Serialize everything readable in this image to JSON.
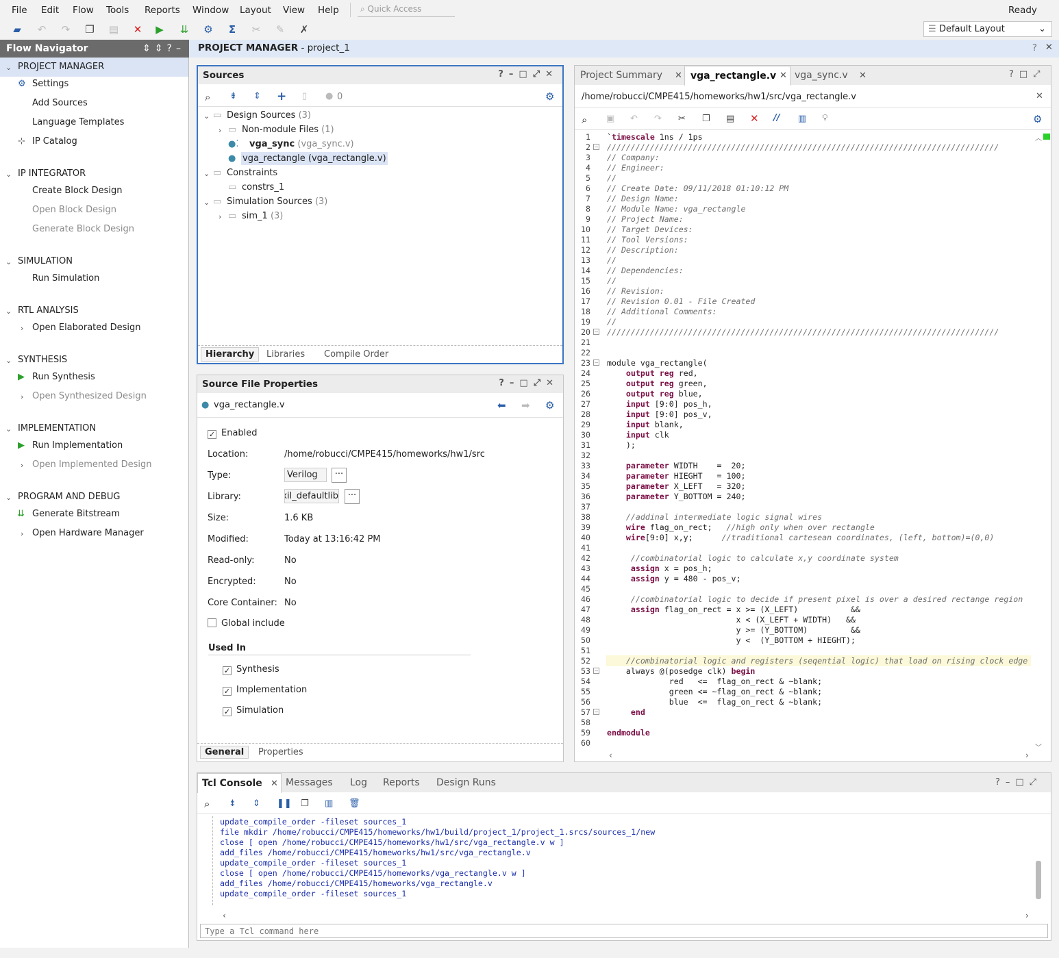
{
  "menu": [
    "File",
    "Edit",
    "Flow",
    "Tools",
    "Reports",
    "Window",
    "Layout",
    "View",
    "Help"
  ],
  "quick_access": "Quick Access",
  "status": "Ready",
  "layout_select": "Default Layout",
  "flow_nav": {
    "title": "Flow Navigator",
    "pm": "PROJECT MANAGER",
    "settings": "Settings",
    "add_sources": "Add Sources",
    "lang": "Language Templates",
    "ip_catalog": "IP Catalog",
    "ipi": "IP INTEGRATOR",
    "create_bd": "Create Block Design",
    "open_bd": "Open Block Design",
    "gen_bd": "Generate Block Design",
    "sim": "SIMULATION",
    "run_sim": "Run Simulation",
    "rtl": "RTL ANALYSIS",
    "open_elab": "Open Elaborated Design",
    "synth": "SYNTHESIS",
    "run_synth": "Run Synthesis",
    "open_synth": "Open Synthesized Design",
    "impl": "IMPLEMENTATION",
    "run_impl": "Run Implementation",
    "open_impl": "Open Implemented Design",
    "pd": "PROGRAM AND DEBUG",
    "gen_bit": "Generate Bitstream",
    "open_hw": "Open Hardware Manager"
  },
  "pm_header": {
    "title": "PROJECT MANAGER",
    "project": " - project_1"
  },
  "sources": {
    "title": "Sources",
    "count": "0",
    "design_sources": "Design Sources",
    "design_count": "(3)",
    "nonmodule": "Non-module Files",
    "nonmodule_count": "(1)",
    "vga_sync": "vga_sync",
    "vga_sync_file": "(vga_sync.v)",
    "vga_rect": "vga_rectangle (vga_rectangle.v)",
    "constraints": "Constraints",
    "constrs": "constrs_1",
    "sim_sources": "Simulation Sources",
    "sim_count": "(3)",
    "sim1": "sim_1",
    "sim1_count": "(3)",
    "tabs": [
      "Hierarchy",
      "Libraries",
      "Compile Order"
    ]
  },
  "sfp": {
    "title": "Source File Properties",
    "file": "vga_rectangle.v",
    "enabled": "Enabled",
    "location_l": "Location:",
    "location": "/home/robucci/CMPE415/homeworks/hw1/src",
    "type_l": "Type:",
    "type": "Verilog",
    "library_l": "Library:",
    "library": "xil_defaultlib",
    "size_l": "Size:",
    "size": "1.6 KB",
    "modified_l": "Modified:",
    "modified": "Today at 13:16:42 PM",
    "readonly_l": "Read-only:",
    "readonly": "No",
    "encrypted_l": "Encrypted:",
    "encrypted": "No",
    "core_l": "Core Container:",
    "core": "No",
    "global": "Global include",
    "used_in": "Used In",
    "u1": "Synthesis",
    "u2": "Implementation",
    "u3": "Simulation",
    "tabs": [
      "General",
      "Properties"
    ]
  },
  "editor": {
    "tabs": [
      "Project Summary",
      "vga_rectangle.v",
      "vga_sync.v"
    ],
    "path": "/home/robucci/CMPE415/homeworks/hw1/src/vga_rectangle.v",
    "lines": [
      "`timescale 1ns / 1ps",
      "//////////////////////////////////////////////////////////////////////////////////",
      "// Company: ",
      "// Engineer: ",
      "// ",
      "// Create Date: 09/11/2018 01:10:12 PM",
      "// Design Name: ",
      "// Module Name: vga_rectangle",
      "// Project Name: ",
      "// Target Devices: ",
      "// Tool Versions: ",
      "// Description: ",
      "// ",
      "// Dependencies: ",
      "// ",
      "// Revision:",
      "// Revision 0.01 - File Created",
      "// Additional Comments:",
      "// ",
      "//////////////////////////////////////////////////////////////////////////////////",
      "",
      "",
      "module vga_rectangle(",
      "    output reg red,",
      "    output reg green,",
      "    output reg blue,",
      "    input [9:0] pos_h,",
      "    input [9:0] pos_v,",
      "    input blank,",
      "    input clk",
      "    );",
      "",
      "    parameter WIDTH    =  20;",
      "    parameter HIEGHT   = 100;",
      "    parameter X_LEFT   = 320;",
      "    parameter Y_BOTTOM = 240;",
      "",
      "    //addinal intermediate logic signal wires",
      "    wire flag_on_rect;   //high only when over rectangle",
      "    wire[9:0] x,y;      //traditional cartesean coordinates, (left, bottom)=(0,0)",
      "",
      "     //combinatorial logic to calculate x,y coordinate system",
      "     assign x = pos_h;",
      "     assign y = 480 - pos_v;",
      "",
      "     //combinatorial logic to decide if present pixel is over a desired rectange region",
      "     assign flag_on_rect = x >= (X_LEFT)           &&",
      "                           x < (X_LEFT + WIDTH)   &&",
      "                           y >= (Y_BOTTOM)         &&",
      "                           y <  (Y_BOTTOM + HIEGHT);",
      "",
      "    //combinatorial logic and registers (seqential logic) that load on rising clock edge",
      "    always @(posedge clk) begin",
      "             red   <=  flag_on_rect & ~blank;",
      "             green <= ~flag_on_rect & ~blank;",
      "             blue  <=  flag_on_rect & ~blank;",
      "     end",
      "",
      "endmodule",
      ""
    ]
  },
  "console": {
    "tabs": [
      "Tcl Console",
      "Messages",
      "Log",
      "Reports",
      "Design Runs"
    ],
    "lines": [
      "update_compile_order -fileset sources_1",
      "file mkdir /home/robucci/CMPE415/homeworks/hw1/build/project_1/project_1.srcs/sources_1/new",
      "close [ open /home/robucci/CMPE415/homeworks/hw1/src/vga_rectangle.v w ]",
      "add_files /home/robucci/CMPE415/homeworks/hw1/src/vga_rectangle.v",
      "update_compile_order -fileset sources_1",
      "close [ open /home/robucci/CMPE415/homeworks/vga_rectangle.v w ]",
      "add_files /home/robucci/CMPE415/homeworks/vga_rectangle.v",
      "update_compile_order -fileset sources_1"
    ],
    "placeholder": "Type a Tcl command here"
  }
}
